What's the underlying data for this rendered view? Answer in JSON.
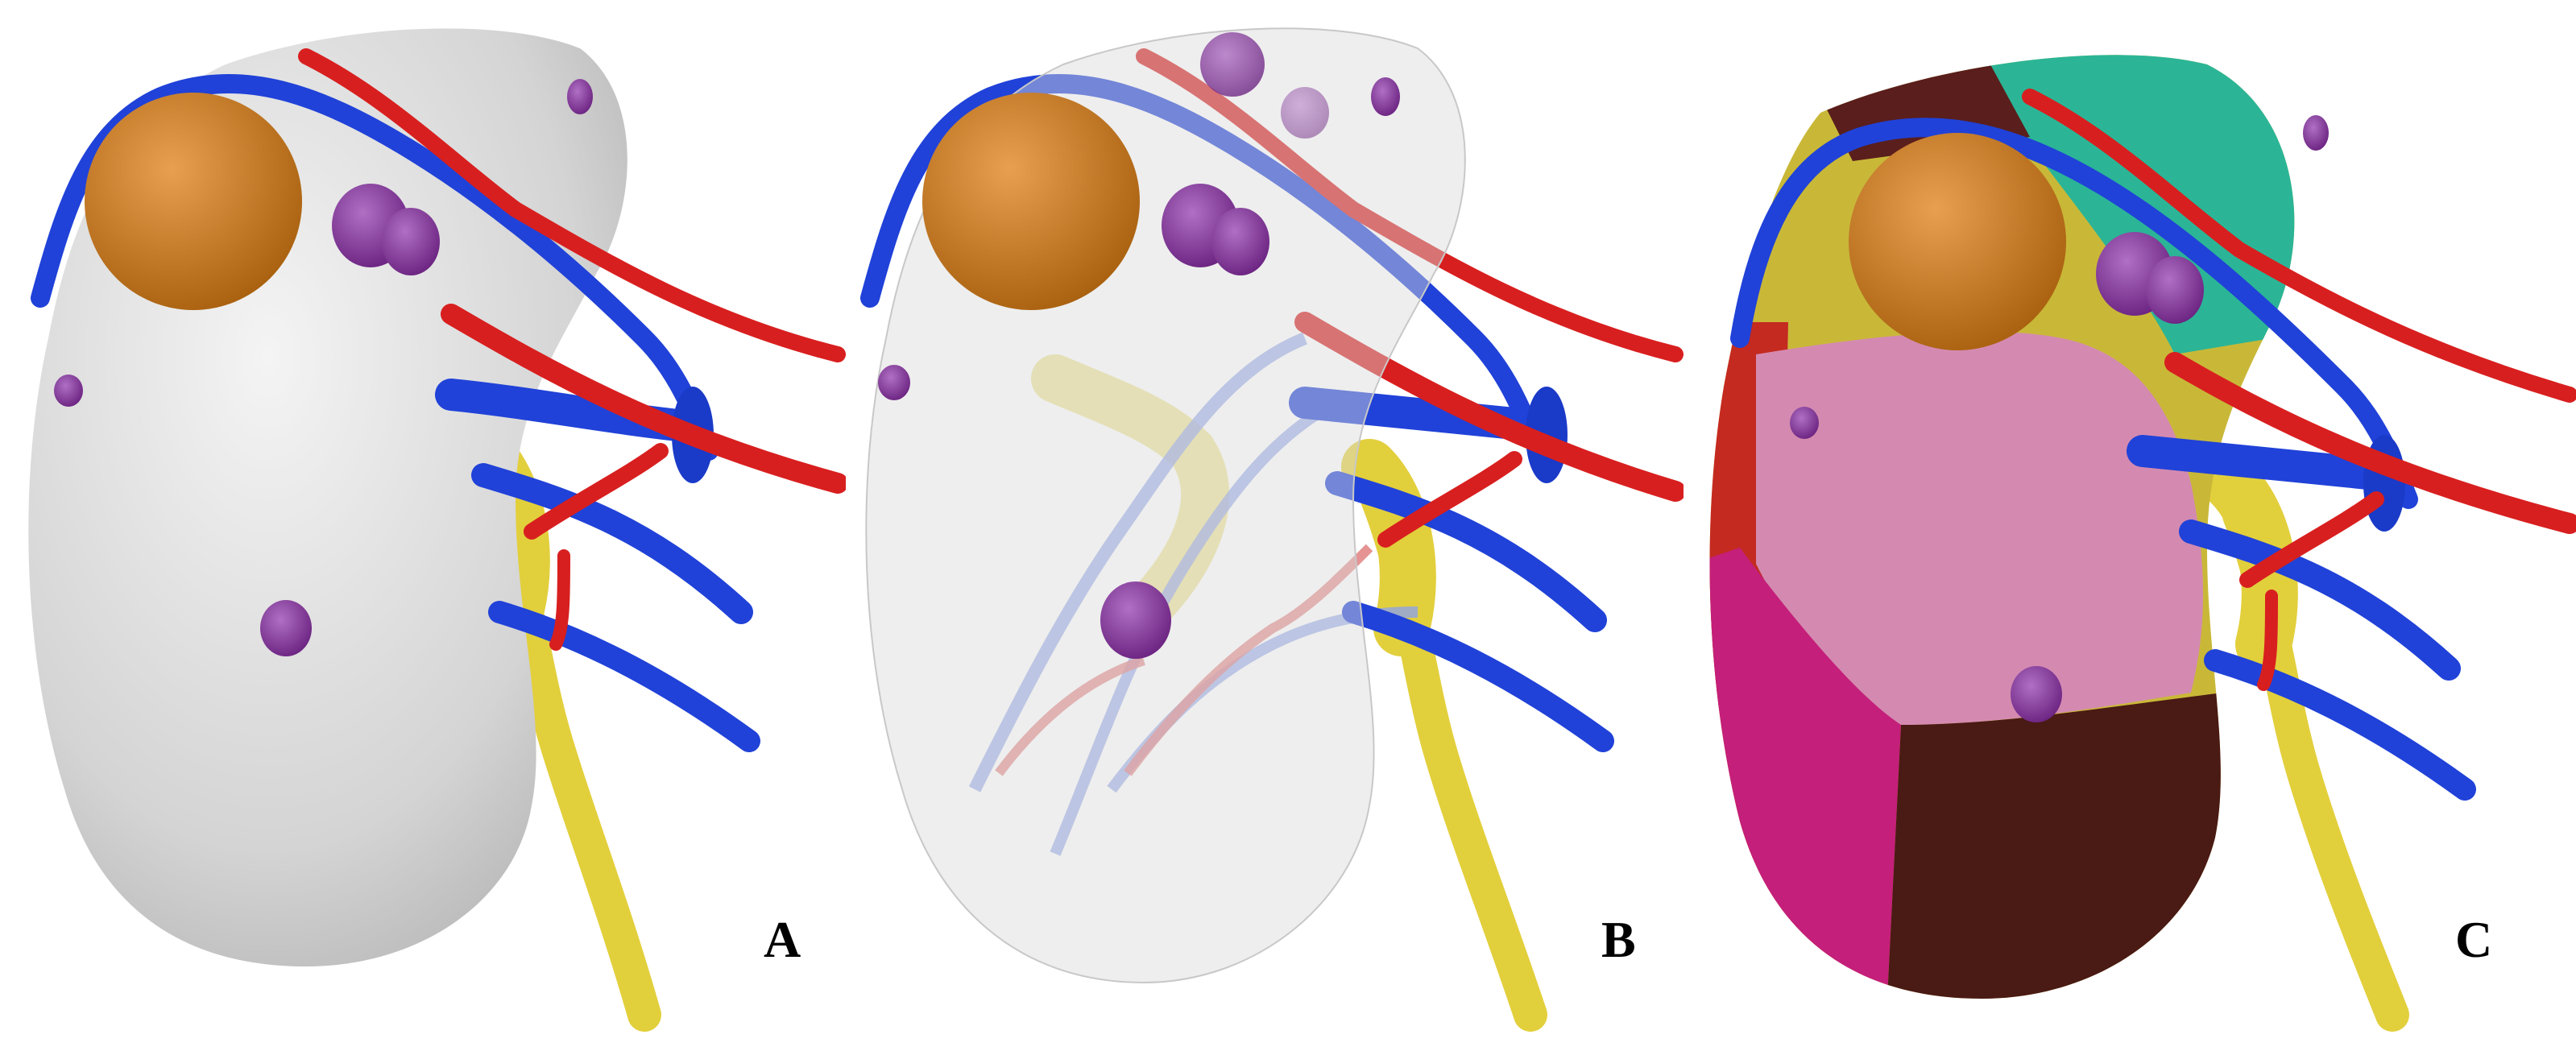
{
  "figure": {
    "panels": [
      {
        "id": "A",
        "label": "A",
        "rendering": "opaque-organ-surface"
      },
      {
        "id": "B",
        "label": "B",
        "rendering": "transparent-organ-surface"
      },
      {
        "id": "C",
        "label": "C",
        "rendering": "segmented-organ-surface"
      }
    ]
  },
  "colors": {
    "organ": "#d9d9d9",
    "organ_transparent": "#e6e6e6",
    "tumor": "#c8781e",
    "artery": "#d91f1f",
    "vein": "#1f4fd9",
    "ureter": "#e6d23c",
    "lymph_node": "#8a3aa0",
    "segment_pink": "#d48ab0",
    "segment_magenta": "#c41f7a",
    "segment_dark": "#4a1a14",
    "segment_teal": "#2bb596",
    "segment_yellow": "#c9b838",
    "segment_red": "#c42a20"
  }
}
